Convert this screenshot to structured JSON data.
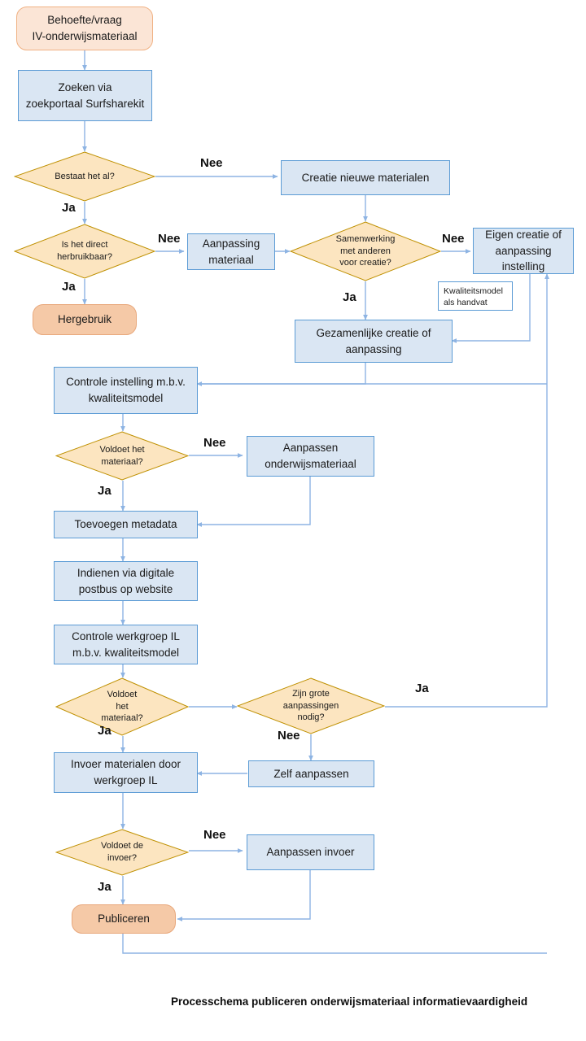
{
  "diagram": {
    "caption": "Processchema publiceren onderwijsmateriaal informatievaardigheid",
    "colors": {
      "process_fill": "#DAE6F3",
      "process_stroke": "#5B9BD5",
      "terminator_fill": "#FBE5D6",
      "terminator_deep_fill": "#F5C9A7",
      "terminator_stroke": "#F0B183",
      "decision_fill": "#FCE5C0",
      "decision_stroke": "#BF9000",
      "connector": "#8EB4E3",
      "text": "#1A1A1A"
    },
    "nodes": {
      "start": {
        "line1": "Behoefte/vraag",
        "line2": "IV-onderwijsmateriaal"
      },
      "zoeken": {
        "line1": "Zoeken via",
        "line2": "zoekportaal Surfsharekit"
      },
      "bestaat": {
        "line1": "Bestaat het al?"
      },
      "creatie_nieuw": {
        "line1": "Creatie nieuwe materialen"
      },
      "direct_herbruikbaar": {
        "line1": "Is het direct",
        "line2": "herbruikbaar?"
      },
      "aanpassing_materiaal": {
        "line1": "Aanpassing",
        "line2": "materiaal"
      },
      "samenwerking": {
        "line1": "Samenwerking",
        "line2": "met anderen",
        "line3": "voor creatie?"
      },
      "eigen_creatie": {
        "line1": "Eigen creatie of",
        "line2": "aanpassing",
        "line3": "instelling"
      },
      "hergebruik": {
        "line1": "Hergebruik"
      },
      "kwaliteitsmodel_note": {
        "line1": "Kwaliteitsmodel",
        "line2": "als handvat"
      },
      "gezamenlijke_creatie": {
        "line1": "Gezamenlijke creatie of",
        "line2": "aanpassing"
      },
      "controle_instelling": {
        "line1": "Controle instelling m.b.v.",
        "line2": "kwaliteitsmodel"
      },
      "voldoet_materiaal_1": {
        "line1": "Voldoet het",
        "line2": "materiaal?"
      },
      "aanpassen_onderwijsmateriaal": {
        "line1": "Aanpassen",
        "line2": "onderwijsmateriaal"
      },
      "toevoegen_metadata": {
        "line1": "Toevoegen metadata"
      },
      "indienen": {
        "line1": "Indienen via digitale",
        "line2": "postbus op website"
      },
      "controle_werkgroep": {
        "line1": "Controle werkgroep IL",
        "line2": "m.b.v. kwaliteitsmodel"
      },
      "voldoet_materiaal_2": {
        "line1": "Voldoet",
        "line2": "het",
        "line3": "materiaal?"
      },
      "zijn_grote_aanpassingen": {
        "line1": "Zijn grote",
        "line2": "aanpassingen",
        "line3": "nodig?"
      },
      "invoer_materialen": {
        "line1": "Invoer materialen door",
        "line2": "werkgroep IL"
      },
      "zelf_aanpassen": {
        "line1": "Zelf aanpassen"
      },
      "voldoet_invoer": {
        "line1": "Voldoet de",
        "line2": "invoer?"
      },
      "aanpassen_invoer": {
        "line1": "Aanpassen invoer"
      },
      "publiceren": {
        "line1": "Publiceren"
      }
    },
    "edge_labels": {
      "bestaat_nee": "Nee",
      "bestaat_ja": "Ja",
      "direct_nee": "Nee",
      "direct_ja": "Ja",
      "samenwerking_nee": "Nee",
      "samenwerking_ja": "Ja",
      "voldoet1_nee": "Nee",
      "voldoet1_ja": "Ja",
      "voldoet2_ja": "Ja",
      "grote_ja": "Ja",
      "grote_nee": "Nee",
      "invoer_nee": "Nee",
      "invoer_ja": "Ja"
    }
  }
}
